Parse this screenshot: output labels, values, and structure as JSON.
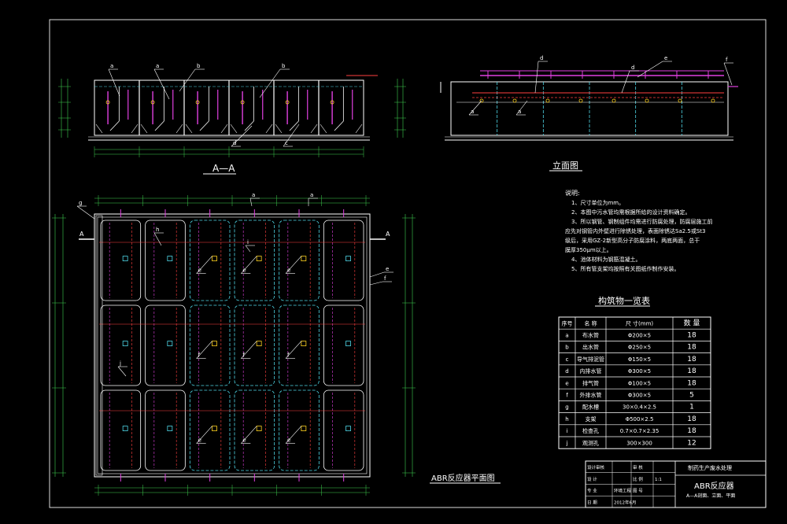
{
  "section_view": {
    "title": "A—A",
    "tags": [
      "a",
      "a",
      "b",
      "b",
      "d",
      "c"
    ]
  },
  "elevation_view": {
    "title": "立面图",
    "tags": [
      "d",
      "e",
      "d",
      "f",
      "a",
      "a"
    ]
  },
  "plan_view": {
    "title": "ABR反应器平面图",
    "section_mark": "A",
    "row_tags": [
      "e",
      "e",
      "e",
      "f",
      "f",
      "f",
      "e",
      "e",
      "e"
    ],
    "side_tags": [
      "g",
      "h",
      "i",
      "j",
      "e",
      "f",
      "a",
      "a"
    ]
  },
  "notes": {
    "heading": "说明:",
    "items": [
      "1、尺寸单位为mm。",
      "2、本图中污水管均需根据所给的设计资料确定。",
      "3、所以钢管、钢制组件均需进行防腐处理，防腐层施工前",
      "应先对钢管内外壁进行除锈处理，表面除锈达Sa2.5或St3",
      "级后，采用GZ-2新型高分子防腐涂料，两底两面，总干",
      "膜厚350μm以上。",
      "4、池体材料为钢筋混凝土。",
      "5、所有管支架均按照有关图纸作制作安装。"
    ]
  },
  "material_table": {
    "title": "构筑物一览表",
    "headers": [
      "序号",
      "名  称",
      "尺  寸(mm)",
      "数  量"
    ],
    "rows": [
      [
        "a",
        "布水管",
        "Φ200×5",
        "18"
      ],
      [
        "b",
        "出水管",
        "Φ250×5",
        "18"
      ],
      [
        "c",
        "导气排泥管",
        "Φ150×5",
        "18"
      ],
      [
        "d",
        "内排水管",
        "Φ300×5",
        "18"
      ],
      [
        "e",
        "排气管",
        "Φ100×5",
        "18"
      ],
      [
        "f",
        "外排水管",
        "Φ300×5",
        "5"
      ],
      [
        "g",
        "配水槽",
        "30×0.4×2.5",
        "1"
      ],
      [
        "h",
        "支架",
        "Φ500×2.5",
        "18"
      ],
      [
        "i",
        "检查孔",
        "0.7×0.7×2.35",
        "18"
      ],
      [
        "j",
        "观测孔",
        "300×300",
        "12"
      ]
    ]
  },
  "title_block": {
    "project": "制药生产废水处理",
    "drawing_title": "ABR反应器",
    "drawing_subtitle": "A—A剖面、立面、平面",
    "labels": [
      "设计审核",
      "审  核",
      "设  计",
      "比  例",
      "专  业",
      "图  号",
      "日  期"
    ],
    "values": [
      "",
      "",
      "",
      "1:1",
      "环境工程",
      "",
      "2012年6月"
    ]
  },
  "colors": {
    "line": "#ffffff",
    "cyan": "#4fd8e8",
    "magenta": "#e040e0",
    "red": "#ff4040",
    "yellow": "#ffd21f",
    "green": "#3ecf4f",
    "table": "#ffffff"
  }
}
